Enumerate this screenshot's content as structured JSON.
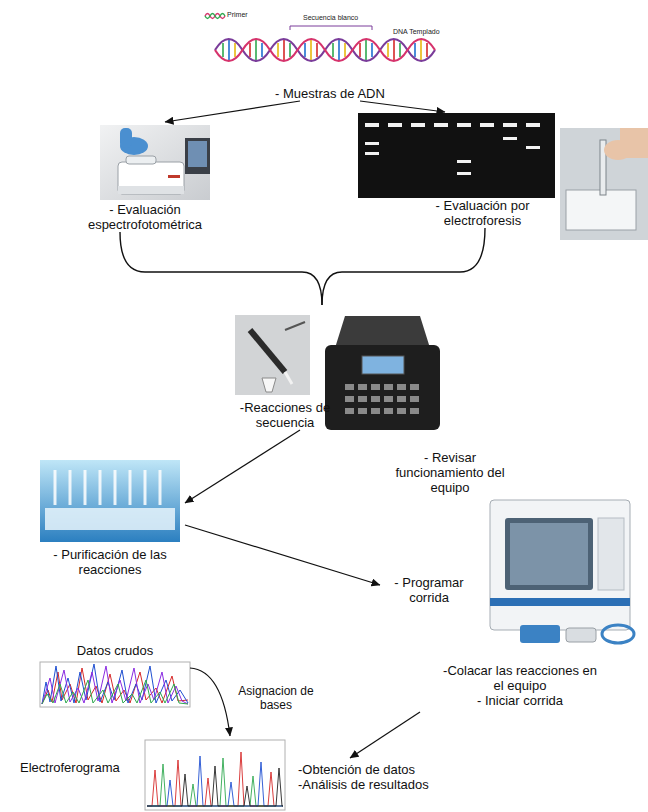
{
  "diagram": {
    "nodes": [
      {
        "text": [
          "- Muestras de ADN"
        ]
      },
      {
        "text": [
          "- Evaluación espectrofotométrica"
        ]
      },
      {
        "text": [
          "- Evaluación por electroforesis"
        ]
      },
      {
        "text": [
          "-Reacciones de secuencia"
        ]
      },
      {
        "text": [
          "- Purificación de las reacciones"
        ]
      },
      {
        "text": [
          "- Revisar funcionamiento del equipo",
          "- Programar corrida",
          "-Colacar las reacciones en el equipo",
          "- Iniciar corrida"
        ]
      },
      {
        "text": [
          "Datos crudos"
        ]
      },
      {
        "text": [
          "Electroferograma"
        ]
      },
      {
        "text": [
          "-Obtención de datos",
          "-Análisis de resultados"
        ]
      }
    ],
    "edges": [
      {
        "from": 0,
        "to": 1,
        "arrow": "to"
      },
      {
        "from": 0,
        "to": 2,
        "arrow": "to"
      },
      {
        "from": 1,
        "to": 3,
        "arrow": "none"
      },
      {
        "from": 2,
        "to": 3,
        "arrow": "none"
      },
      {
        "from": 3,
        "to": 4,
        "arrow": "to"
      },
      {
        "from": 4,
        "to": 5,
        "arrow": "to"
      },
      {
        "from": 5,
        "to": 8,
        "arrow": "to"
      },
      {
        "from": 6,
        "to": 7,
        "label": "Asignacion de bases",
        "arrow": "to"
      }
    ],
    "labels": [
      "Primer",
      "Secuencia blanco",
      "DNA Templado"
    ]
  }
}
